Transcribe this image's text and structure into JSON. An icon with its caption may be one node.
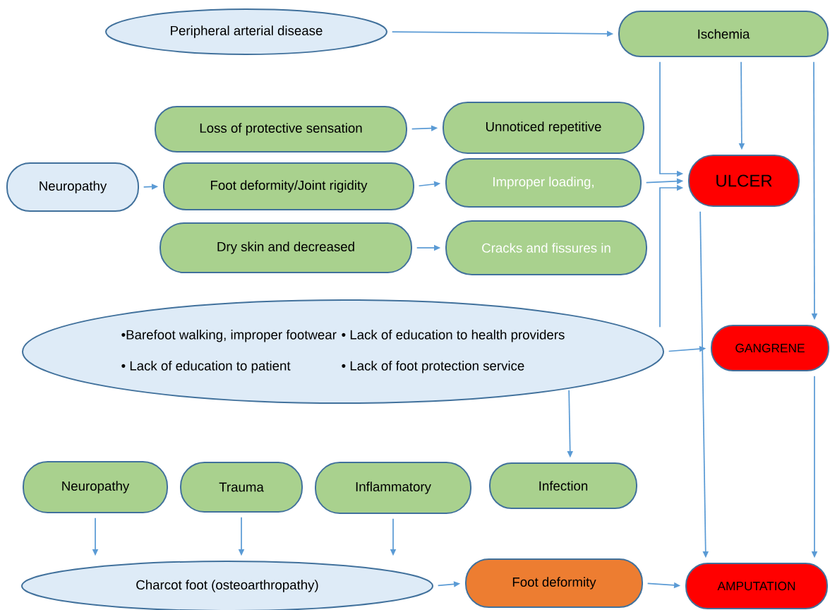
{
  "diagram": {
    "nodes": [
      {
        "text": [
          "Peripheral arterial disease"
        ]
      },
      {
        "text": [
          "Ischemia"
        ]
      },
      {
        "text": [
          "Loss of protective sensation"
        ]
      },
      {
        "text": [
          "Unnoticed repetitive"
        ]
      },
      {
        "text": [
          "Neuropathy"
        ]
      },
      {
        "text": [
          "Foot deformity/Joint rigidity"
        ]
      },
      {
        "text": [
          "Improper loading,"
        ]
      },
      {
        "text": [
          "ULCER"
        ]
      },
      {
        "text": [
          "Dry skin and decreased"
        ]
      },
      {
        "text": [
          "Cracks and fissures in"
        ]
      },
      {
        "text": [
          "•Barefoot walking, improper footwear",
          "• Lack of education to health providers",
          "• Lack of education to patient",
          "• Lack of foot protection service"
        ]
      },
      {
        "text": [
          "GANGRENE"
        ]
      },
      {
        "text": [
          "Neuropathy"
        ]
      },
      {
        "text": [
          "Trauma"
        ]
      },
      {
        "text": [
          "Inflammatory"
        ]
      },
      {
        "text": [
          "Infection"
        ]
      },
      {
        "text": [
          "Charcot foot (osteoarthropathy)"
        ]
      },
      {
        "text": [
          "Foot deformity"
        ]
      },
      {
        "text": [
          "AMPUTATION"
        ]
      }
    ],
    "edges": [
      {
        "from": 0,
        "to": 1,
        "arrow": "to"
      },
      {
        "from": 1,
        "to": 7,
        "arrow": "to"
      },
      {
        "from": 1,
        "to": 7,
        "arrow": "to"
      },
      {
        "from": 1,
        "to": 11,
        "arrow": "to"
      },
      {
        "from": 2,
        "to": 3,
        "arrow": "to"
      },
      {
        "from": 4,
        "to": 5,
        "arrow": "to"
      },
      {
        "from": 5,
        "to": 6,
        "arrow": "to"
      },
      {
        "from": 6,
        "to": 7,
        "arrow": "to"
      },
      {
        "from": 8,
        "to": 9,
        "arrow": "to"
      },
      {
        "from": 10,
        "to": 7,
        "arrow": "to"
      },
      {
        "from": 10,
        "to": 11,
        "arrow": "to"
      },
      {
        "from": 10,
        "to": 15,
        "arrow": "to"
      },
      {
        "from": 7,
        "to": 18,
        "arrow": "to"
      },
      {
        "from": 11,
        "to": 18,
        "arrow": "to"
      },
      {
        "from": 12,
        "to": 16,
        "arrow": "to"
      },
      {
        "from": 13,
        "to": 16,
        "arrow": "to"
      },
      {
        "from": 14,
        "to": 16,
        "arrow": "to"
      },
      {
        "from": 16,
        "to": 17,
        "arrow": "to"
      },
      {
        "from": 17,
        "to": 18,
        "arrow": "to"
      }
    ]
  }
}
